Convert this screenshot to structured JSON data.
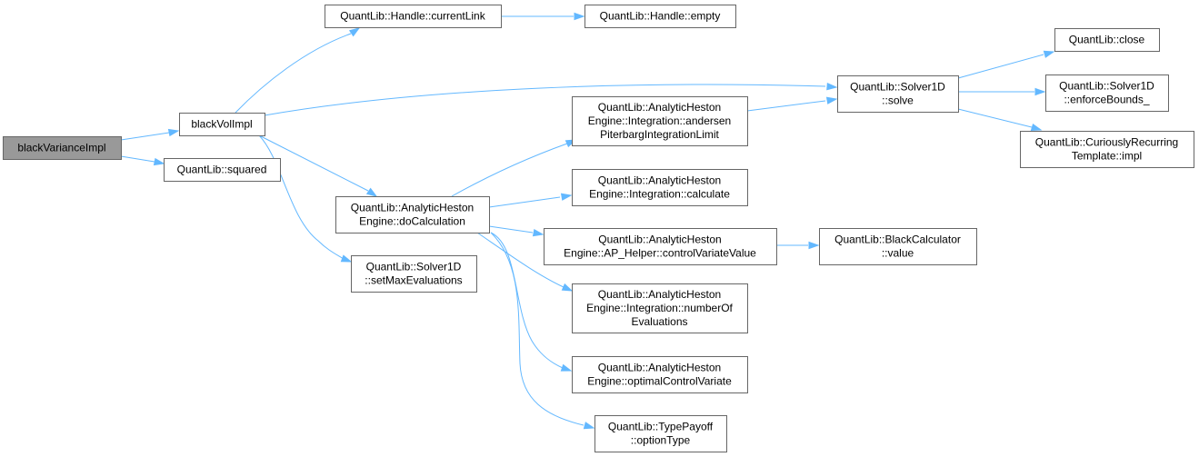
{
  "nodes": {
    "black_variance_impl": [
      "blackVarianceImpl"
    ],
    "black_vol_impl": [
      "blackVolImpl"
    ],
    "squared": [
      "QuantLib::squared"
    ],
    "handle_current_link": [
      "QuantLib::Handle::currentLink"
    ],
    "handle_empty": [
      "QuantLib::Handle::empty"
    ],
    "solver1d_solve": [
      "QuantLib::Solver1D",
      "::solve"
    ],
    "do_calculation": [
      "QuantLib::AnalyticHeston",
      "Engine::doCalculation"
    ],
    "set_max_evaluations": [
      "QuantLib::Solver1D",
      "::setMaxEvaluations"
    ],
    "andersen_limit": [
      "QuantLib::AnalyticHeston",
      "Engine::Integration::andersen",
      "PiterbargIntegrationLimit"
    ],
    "integration_calculate": [
      "QuantLib::AnalyticHeston",
      "Engine::Integration::calculate"
    ],
    "control_variate_value": [
      "QuantLib::AnalyticHeston",
      "Engine::AP_Helper::controlVariateValue"
    ],
    "number_of_evaluations": [
      "QuantLib::AnalyticHeston",
      "Engine::Integration::numberOf",
      "Evaluations"
    ],
    "optimal_control_variate": [
      "QuantLib::AnalyticHeston",
      "Engine::optimalControlVariate"
    ],
    "option_type": [
      "QuantLib::TypePayoff",
      "::optionType"
    ],
    "black_calculator_value": [
      "QuantLib::BlackCalculator",
      "::value"
    ],
    "close": [
      "QuantLib::close"
    ],
    "enforce_bounds": [
      "QuantLib::Solver1D",
      "::enforceBounds_"
    ],
    "crtp_impl": [
      "QuantLib::CuriouslyRecurring",
      "Template::impl"
    ]
  },
  "edges": [
    [
      "black_variance_impl",
      "black_vol_impl"
    ],
    [
      "black_variance_impl",
      "squared"
    ],
    [
      "black_vol_impl",
      "handle_current_link"
    ],
    [
      "black_vol_impl",
      "solver1d_solve"
    ],
    [
      "black_vol_impl",
      "do_calculation"
    ],
    [
      "black_vol_impl",
      "set_max_evaluations"
    ],
    [
      "handle_current_link",
      "handle_empty"
    ],
    [
      "do_calculation",
      "andersen_limit"
    ],
    [
      "do_calculation",
      "integration_calculate"
    ],
    [
      "do_calculation",
      "control_variate_value"
    ],
    [
      "do_calculation",
      "number_of_evaluations"
    ],
    [
      "do_calculation",
      "optimal_control_variate"
    ],
    [
      "do_calculation",
      "option_type"
    ],
    [
      "andersen_limit",
      "solver1d_solve"
    ],
    [
      "control_variate_value",
      "black_calculator_value"
    ],
    [
      "solver1d_solve",
      "close"
    ],
    [
      "solver1d_solve",
      "enforce_bounds"
    ],
    [
      "solver1d_solve",
      "crtp_impl"
    ]
  ],
  "colors": {
    "edge": "#63b8ff",
    "node_border": "#666666",
    "root_fill": "#999999"
  }
}
